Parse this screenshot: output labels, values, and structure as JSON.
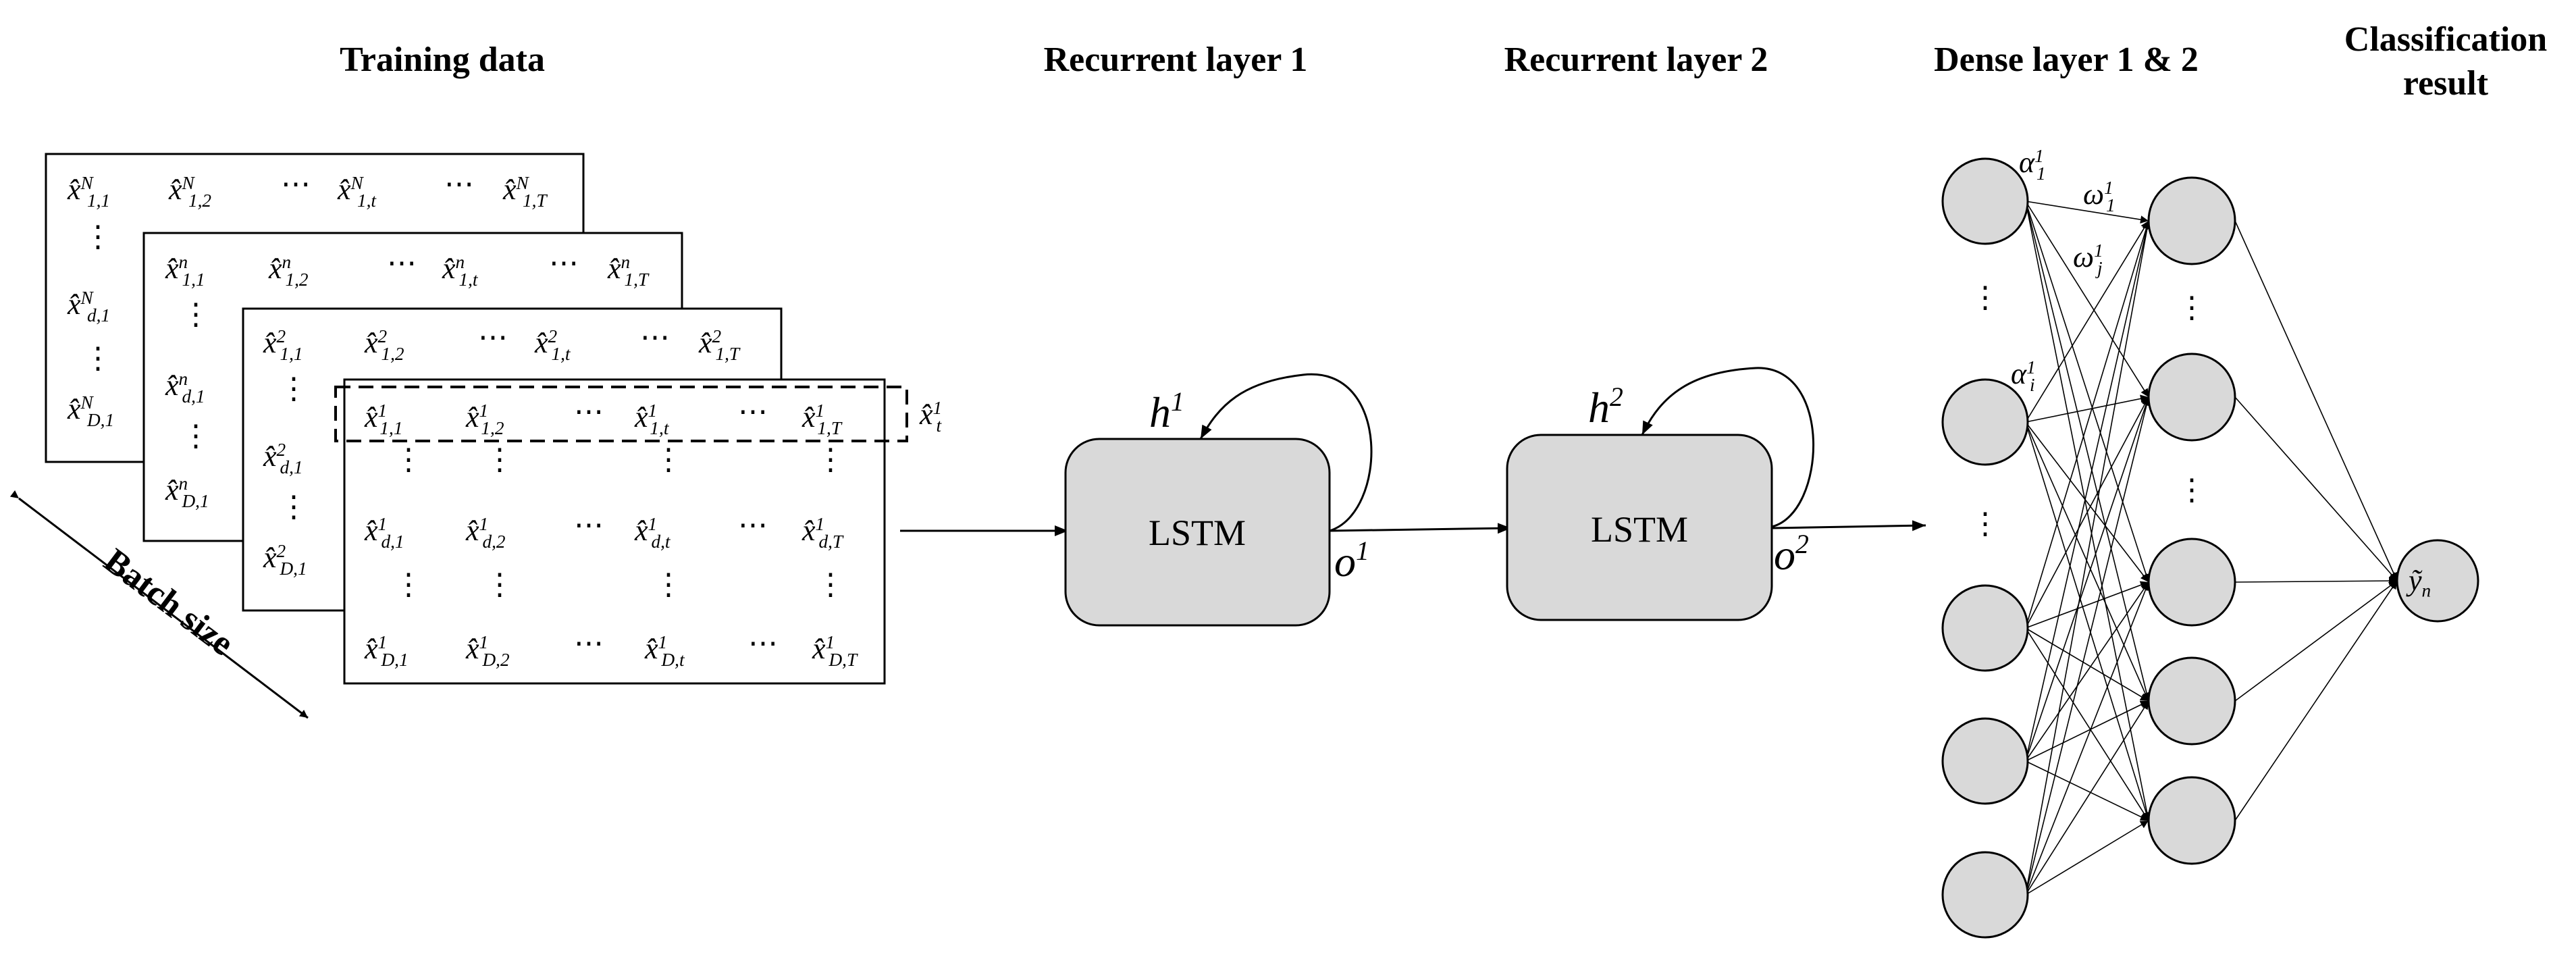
{
  "headers": {
    "training_data": "Training data",
    "recurrent_1": "Recurrent layer 1",
    "recurrent_2": "Recurrent layer 2",
    "dense": "Dense layer 1 & 2",
    "classification_line1": "Classification",
    "classification_line2": "result"
  },
  "batch_label": "Batch size",
  "matrices": [
    {
      "level": "N",
      "row1": [
        [
          "x̂",
          "1,1",
          "N"
        ],
        [
          "x̂",
          "1,2",
          "N"
        ],
        "⋯",
        [
          "x̂",
          "1,t",
          "N"
        ],
        "⋯",
        [
          "x̂",
          "1,T",
          "N"
        ]
      ],
      "col": [
        [
          "x̂",
          "d,1",
          "N"
        ],
        [
          "x̂",
          "D,1",
          "N"
        ]
      ]
    },
    {
      "level": "n",
      "row1": [
        [
          "x̂",
          "1,1",
          "n"
        ],
        [
          "x̂",
          "1,2",
          "n"
        ],
        "⋯",
        [
          "x̂",
          "1,t",
          "n"
        ],
        "⋯",
        [
          "x̂",
          "1,T",
          "n"
        ]
      ],
      "col": [
        [
          "x̂",
          "d,1",
          "n"
        ],
        [
          "x̂",
          "D,1",
          "n"
        ]
      ]
    },
    {
      "level": "2",
      "row1": [
        [
          "x̂",
          "1,1",
          "2"
        ],
        [
          "x̂",
          "1,2",
          "2"
        ],
        "⋯",
        [
          "x̂",
          "1,t",
          "2"
        ],
        "⋯",
        [
          "x̂",
          "1,T",
          "2"
        ]
      ],
      "col": [
        [
          "x̂",
          "d,1",
          "2"
        ],
        [
          "x̂",
          "D,1",
          "2"
        ]
      ]
    },
    {
      "level": "1",
      "rows": [
        [
          [
            "x̂",
            "1,1",
            "1"
          ],
          [
            "x̂",
            "1,2",
            "1"
          ],
          "⋯",
          [
            "x̂",
            "1,t",
            "1"
          ],
          "⋯",
          [
            "x̂",
            "1,T",
            "1"
          ]
        ],
        [
          [
            "x̂",
            "d,1",
            "1"
          ],
          [
            "x̂",
            "d,2",
            "1"
          ],
          "⋯",
          [
            "x̂",
            "d,t",
            "1"
          ],
          "⋯",
          [
            "x̂",
            "d,T",
            "1"
          ]
        ],
        [
          [
            "x̂",
            "D,1",
            "1"
          ],
          [
            "x̂",
            "D,2",
            "1"
          ],
          "⋯",
          [
            "x̂",
            "D,t",
            "1"
          ],
          "⋯",
          [
            "x̂",
            "D,T",
            "1"
          ]
        ]
      ]
    }
  ],
  "highlight_label": [
    "x̂",
    "t",
    "1"
  ],
  "lstm1": {
    "label": "LSTM",
    "state": [
      "h",
      "1"
    ],
    "output": [
      "o",
      "1"
    ]
  },
  "lstm2": {
    "label": "LSTM",
    "state": [
      "h",
      "2"
    ],
    "output": [
      "o",
      "2"
    ]
  },
  "dense_labels": {
    "alpha_1": [
      "α",
      "1",
      "1"
    ],
    "alpha_i": [
      "α",
      "i",
      "1"
    ],
    "omega_1": [
      "ω",
      "1",
      "1"
    ],
    "omega_j": [
      "ω",
      "j",
      "1"
    ]
  },
  "output_node": "ỹ",
  "output_sub": "n",
  "vertical_dots": "⋮",
  "colors": {
    "node_fill": "#d9d9d9",
    "stroke": "#000000",
    "background": "#ffffff"
  }
}
